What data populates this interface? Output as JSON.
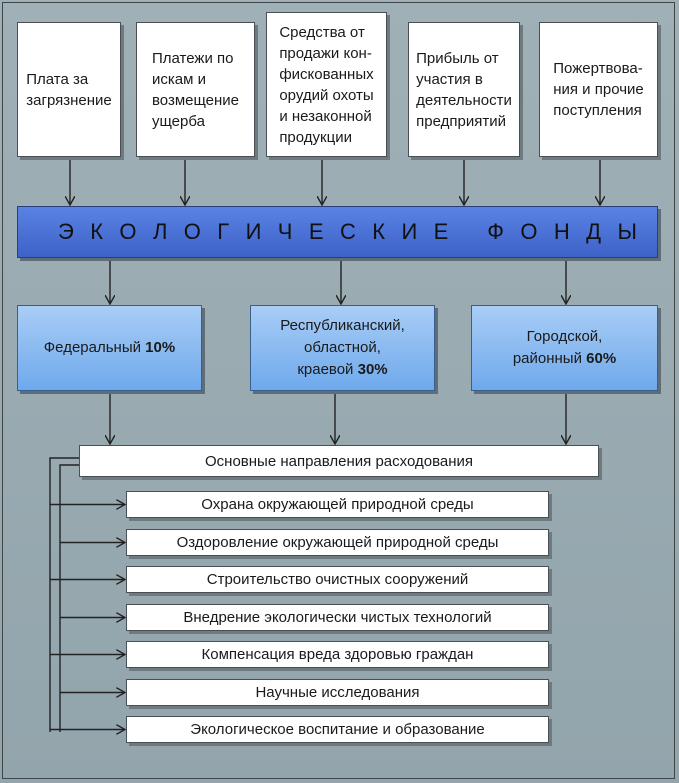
{
  "sources": [
    {
      "lines": [
        "Плата за",
        "загрязнение"
      ]
    },
    {
      "lines": [
        "Платежи по",
        "искам и",
        "возмещение",
        "ущерба"
      ]
    },
    {
      "lines": [
        "Средства от",
        "продажи кон-",
        "фискованных",
        "орудий охоты",
        "и незаконной",
        "продукции"
      ]
    },
    {
      "lines": [
        "Прибыль от",
        "участия в",
        "деятельности",
        "предприятий"
      ]
    },
    {
      "lines": [
        "Пожертвова-",
        "ния и прочие",
        "поступления"
      ]
    }
  ],
  "funds_title": [
    "Э",
    "К",
    "О",
    "Л",
    "О",
    "Г",
    "И",
    "Ч",
    "Е",
    "С",
    "К",
    "И",
    "Е",
    " ",
    "Ф",
    "О",
    "Н",
    "Д",
    "Ы"
  ],
  "levels": [
    {
      "lines": [
        "Федеральный"
      ],
      "percent": "10%"
    },
    {
      "lines": [
        "Республиканский,",
        "областной,",
        "краевой"
      ],
      "percent": "30%"
    },
    {
      "lines": [
        "Городской,",
        "районный"
      ],
      "percent": "60%"
    }
  ],
  "main_directions": "Основные направления расходования",
  "directions": [
    "Охрана окружающей природной среды",
    "Оздоровление окружающей природной среды",
    "Строительство очистных сооружений",
    "Внедрение экологически чистых технологий",
    "Компенсация вреда здоровью граждан",
    "Научные исследования",
    "Экологическое воспитание и образование"
  ]
}
